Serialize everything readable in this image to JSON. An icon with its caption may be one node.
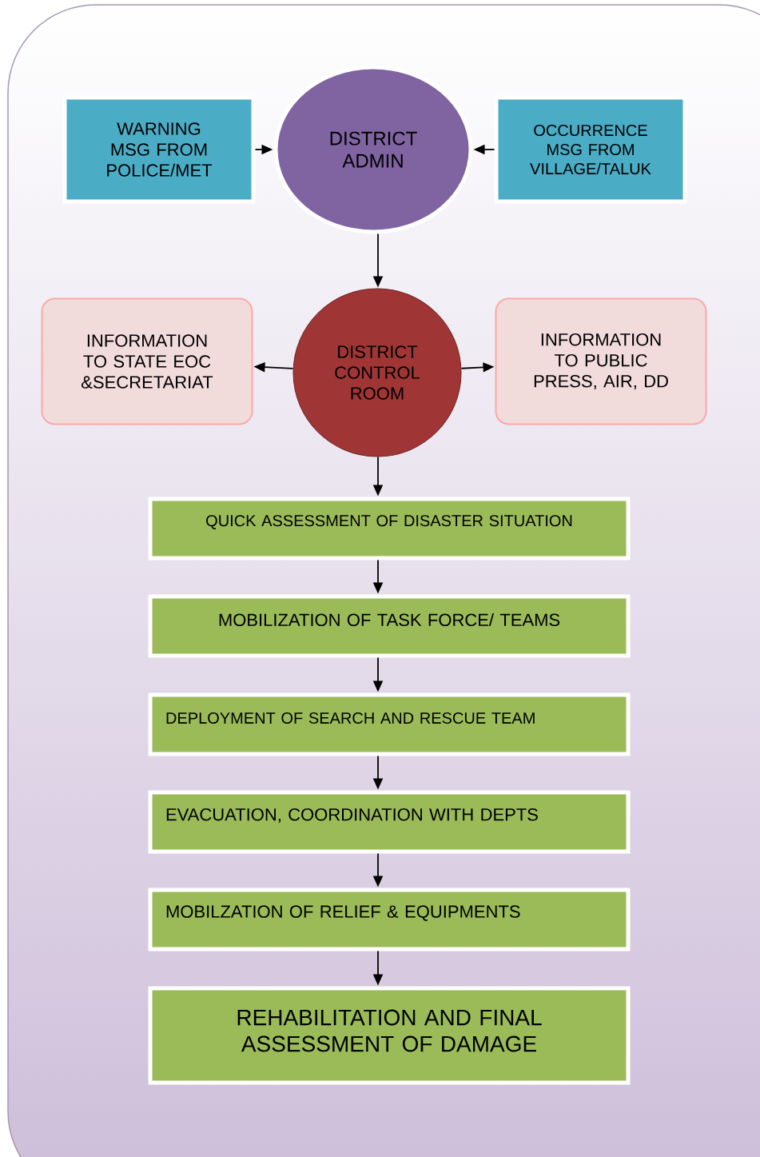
{
  "diagram": {
    "nodes": [
      {
        "text": [
          "WARNING MSG FROM POLICE/MET"
        ]
      },
      {
        "text": [
          "DISTRICT ADMIN"
        ]
      },
      {
        "text": [
          "OCCURRENCE MSG FROM VILLAGE/TALUK"
        ]
      },
      {
        "text": [
          "DISTRICT CONTROL ROOM"
        ]
      },
      {
        "text": [
          "INFORMATION TO STATE EOC &SECRETARIAT"
        ]
      },
      {
        "text": [
          "INFORMATION TO PUBLIC PRESS, AIR, DD"
        ]
      },
      {
        "text": [
          "QUICK ASSESSMENT OF DISASTER SITUATION"
        ]
      },
      {
        "text": [
          "MOBILIZATION OF TASK FORCE/ TEAMS"
        ]
      },
      {
        "text": [
          "DEPLOYMENT OF SEARCH AND RESCUE TEAM"
        ]
      },
      {
        "text": [
          "EVACUATION, COORDINATION WITH DEPTS"
        ]
      },
      {
        "text": [
          "MOBILZATION OF RELIEF & EQUIPMENTS"
        ]
      },
      {
        "text": [
          "REHABILITATION AND FINAL ASSESSMENT OF DAMAGE"
        ]
      }
    ],
    "edges": [
      {
        "from": 0,
        "to": 1,
        "arrow": "to"
      },
      {
        "from": 2,
        "to": 1,
        "arrow": "to"
      },
      {
        "from": 1,
        "to": 3,
        "arrow": "to"
      },
      {
        "from": 3,
        "to": 4,
        "arrow": "to"
      },
      {
        "from": 3,
        "to": 5,
        "arrow": "to"
      },
      {
        "from": 3,
        "to": 6,
        "arrow": "to"
      },
      {
        "from": 6,
        "to": 7,
        "arrow": "to"
      },
      {
        "from": 7,
        "to": 8,
        "arrow": "to"
      },
      {
        "from": 8,
        "to": 9,
        "arrow": "to"
      },
      {
        "from": 9,
        "to": 10,
        "arrow": "to"
      },
      {
        "from": 10,
        "to": 11,
        "arrow": "to"
      }
    ]
  }
}
